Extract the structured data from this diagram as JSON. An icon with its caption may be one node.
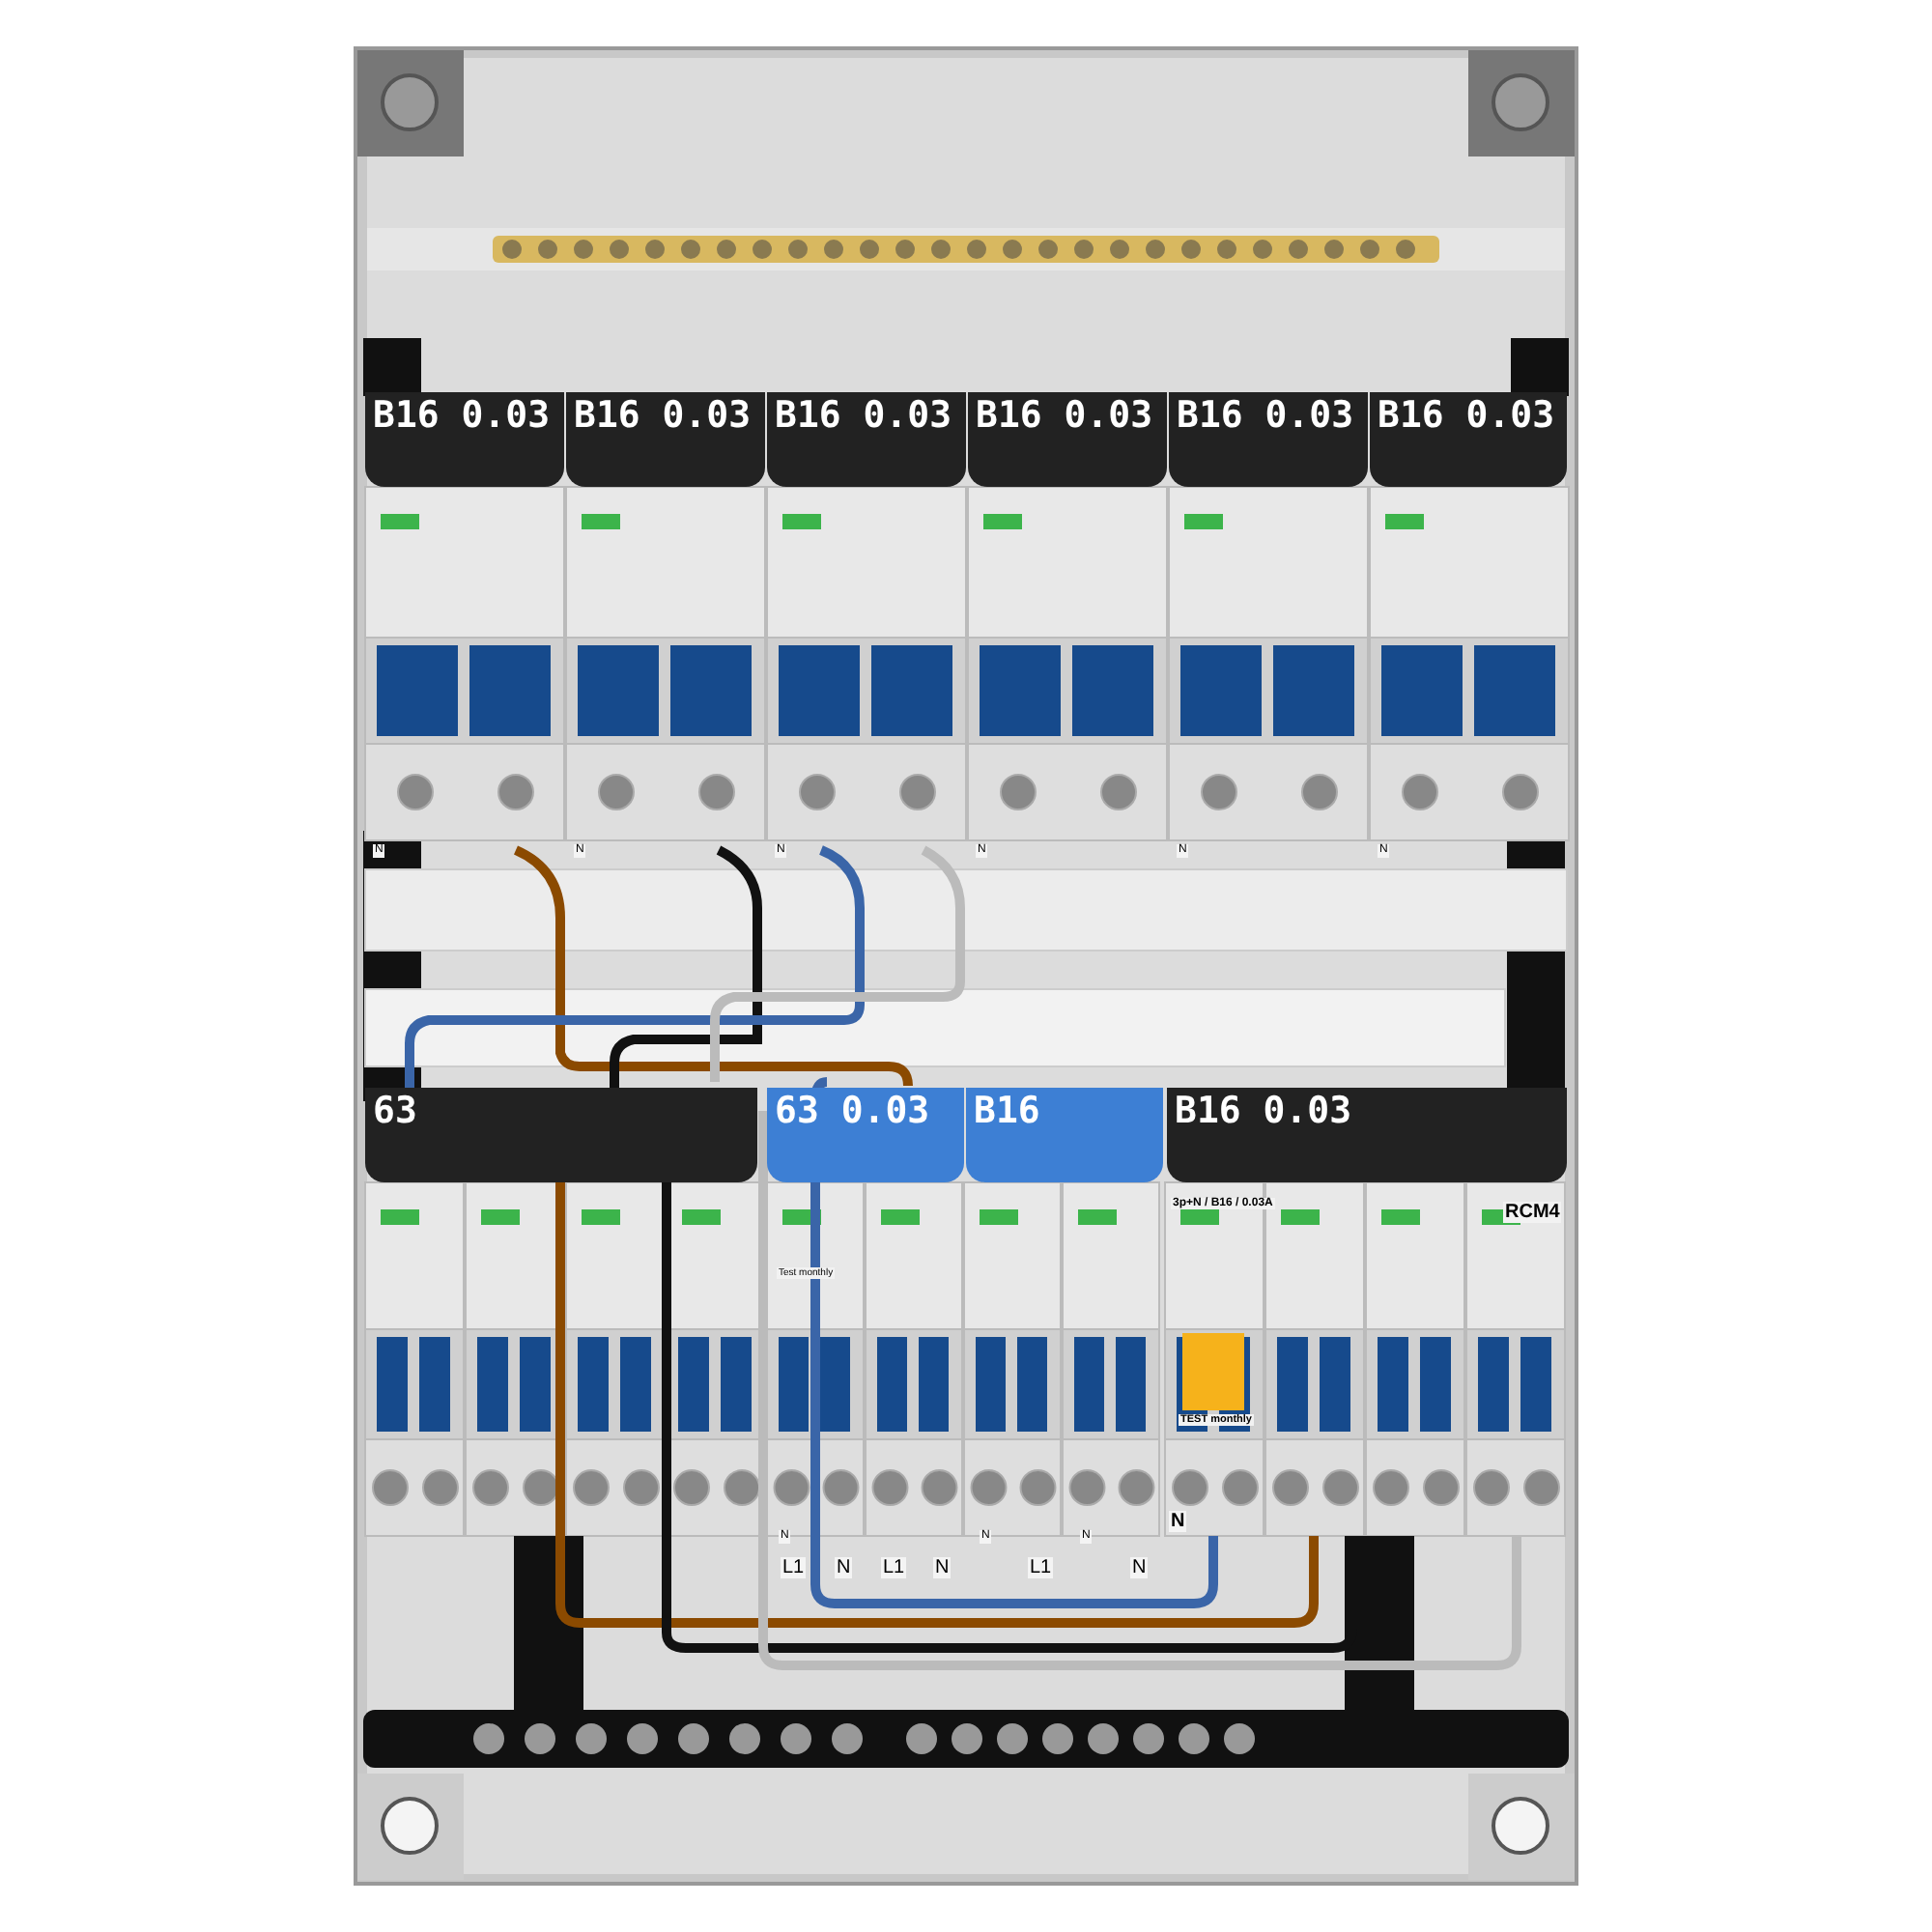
{
  "diagram": {
    "nodes": [
      {
        "text": [
          "B16 0.03"
        ]
      },
      {
        "text": [
          "B16 0.03"
        ]
      },
      {
        "text": [
          "B16 0.03"
        ]
      },
      {
        "text": [
          "B16 0.03"
        ]
      },
      {
        "text": [
          "B16 0.03"
        ]
      },
      {
        "text": [
          "B16 0.03"
        ]
      },
      {
        "text": [
          "63"
        ]
      },
      {
        "text": [
          "63 0.03"
        ]
      },
      {
        "text": [
          "B16"
        ]
      },
      {
        "text": [
          "B16 0.03"
        ]
      },
      {
        "text": [
          "Test monthly"
        ]
      },
      {
        "text": [
          "3p+N / B16 / 0.03A",
          "TEST monthly"
        ]
      },
      {
        "text": [
          "RCM4"
        ]
      }
    ],
    "labels": [
      "N",
      "N",
      "N",
      "N",
      "N",
      "N",
      "N",
      "N",
      "N",
      "N",
      "L1",
      "N",
      "L1",
      "N",
      "L1",
      "N"
    ]
  }
}
